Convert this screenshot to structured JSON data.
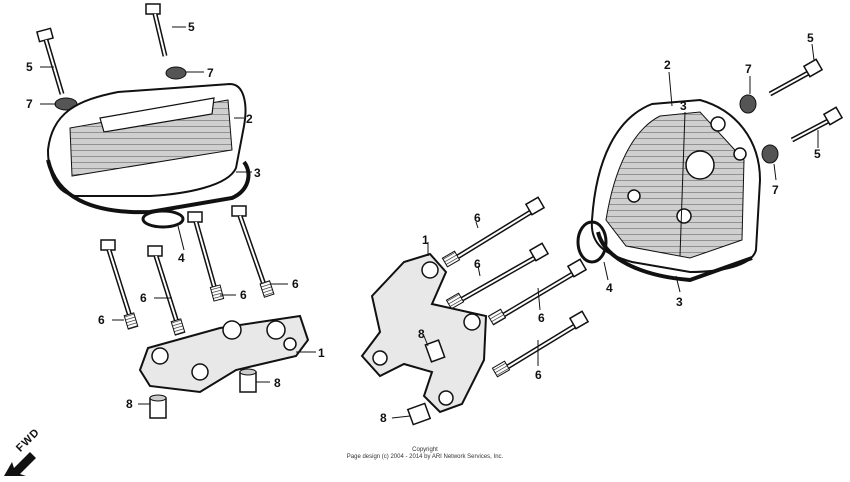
{
  "callouts": {
    "left_bolt_a": "5",
    "left_bolt_b": "5",
    "left_washer_a": "7",
    "left_washer_b": "7",
    "left_cover": "2",
    "left_gasket": "3",
    "left_oring": "4",
    "left_stud_1": "6",
    "left_stud_2": "6",
    "left_stud_3": "6",
    "left_stud_4": "6",
    "left_holder": "1",
    "left_dowel_a": "8",
    "left_dowel_b": "8",
    "right_bolt_a": "5",
    "right_bolt_b": "5",
    "right_washer_a": "7",
    "right_washer_b": "7",
    "right_cover": "2",
    "right_gasket": "3",
    "right_oring": "4",
    "right_stud_1": "6",
    "right_stud_2": "6",
    "right_stud_3": "6",
    "right_stud_4": "6",
    "right_holder": "1",
    "right_dowel_a": "8",
    "right_dowel_b": "8"
  },
  "copyright": {
    "line1": "Copyright",
    "line2": "Page design (c) 2004 - 2014 by ARI Network Services, Inc."
  },
  "direction_label": "FWD",
  "colors": {
    "ink": "#111111",
    "shade": "#9a9a9a",
    "paper": "#ffffff"
  }
}
